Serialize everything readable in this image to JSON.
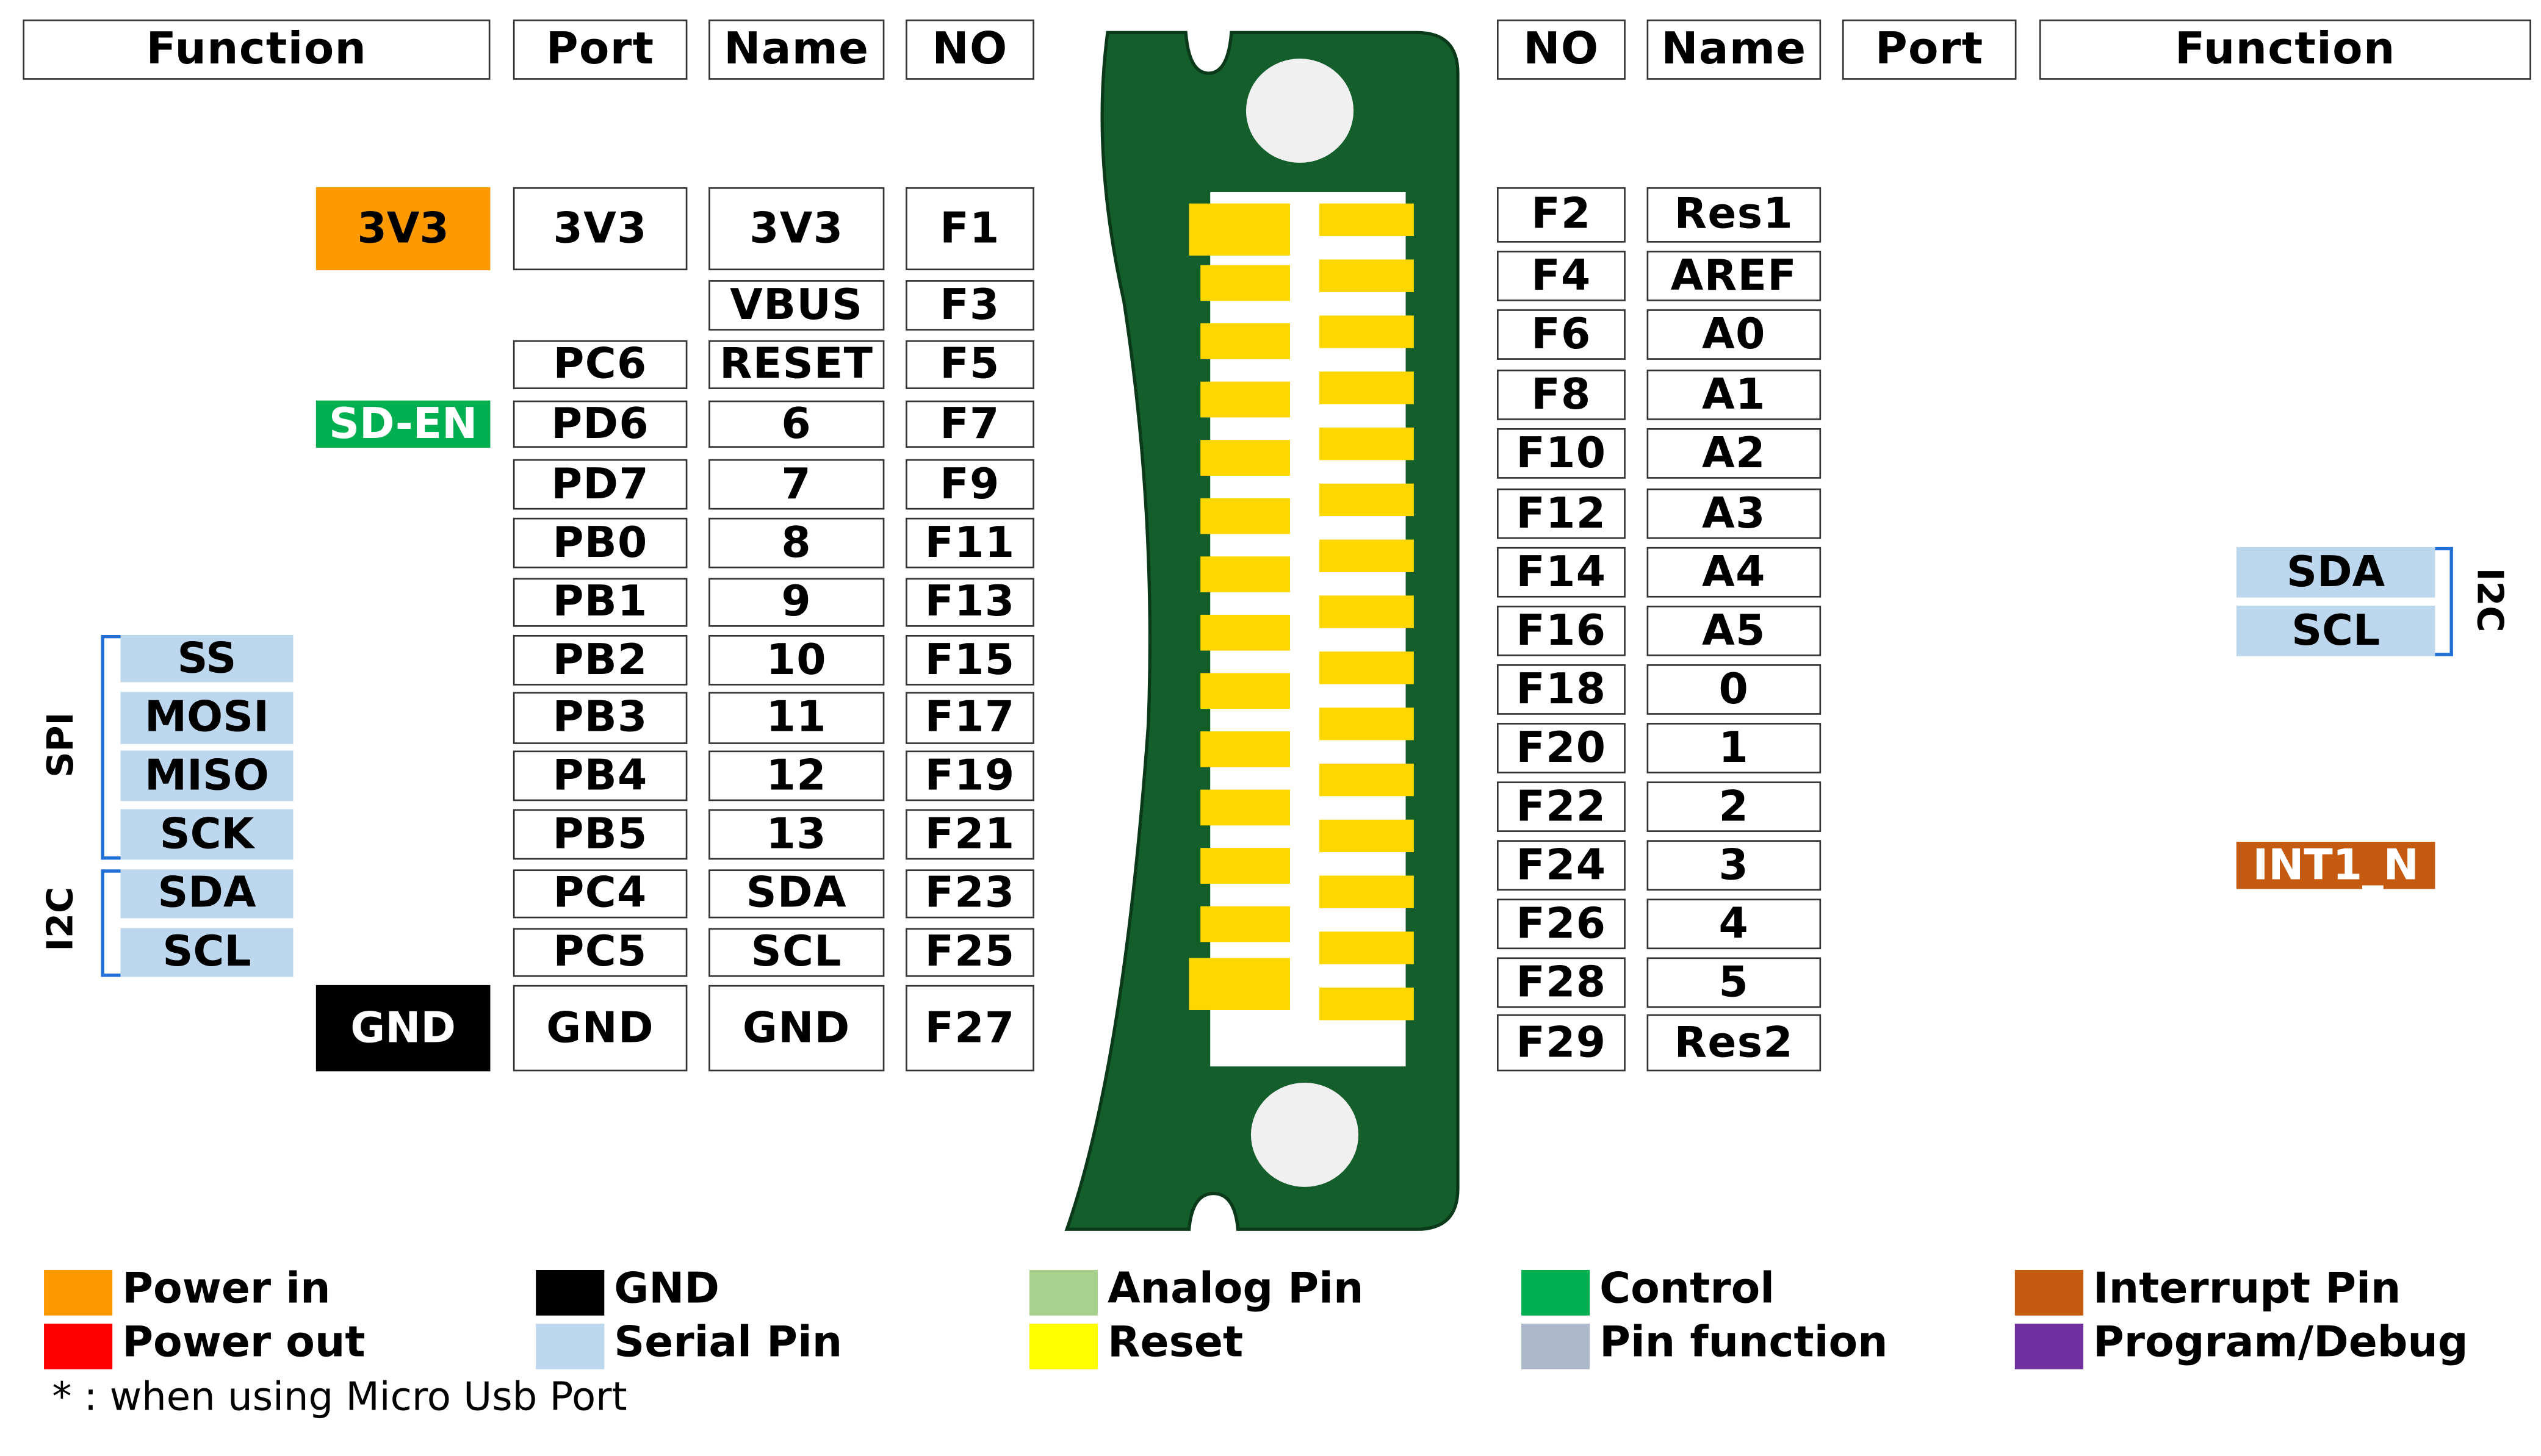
{
  "headers": {
    "left": [
      "Function",
      "Port",
      "Name",
      "NO"
    ],
    "right": [
      "NO",
      "Name",
      "Port",
      "Function"
    ]
  },
  "left_rows": [
    {
      "no": "F1",
      "name": "3V3",
      "port": "3V3",
      "function": "3V3"
    },
    {
      "no": "F3",
      "name": "VBUS",
      "port": "",
      "function": ""
    },
    {
      "no": "F5",
      "name": "RESET",
      "port": "PC6",
      "function": ""
    },
    {
      "no": "F7",
      "name": "6",
      "port": "PD6",
      "function": "SD-EN"
    },
    {
      "no": "F9",
      "name": "7",
      "port": "PD7",
      "function": ""
    },
    {
      "no": "F11",
      "name": "8",
      "port": "PB0",
      "function": ""
    },
    {
      "no": "F13",
      "name": "9",
      "port": "PB1",
      "function": ""
    },
    {
      "no": "F15",
      "name": "10",
      "port": "PB2",
      "function": "SS"
    },
    {
      "no": "F17",
      "name": "11",
      "port": "PB3",
      "function": "MOSI"
    },
    {
      "no": "F19",
      "name": "12",
      "port": "PB4",
      "function": "MISO"
    },
    {
      "no": "F21",
      "name": "13",
      "port": "PB5",
      "function": "SCK"
    },
    {
      "no": "F23",
      "name": "SDA",
      "port": "PC4",
      "function": "SDA"
    },
    {
      "no": "F25",
      "name": "SCL",
      "port": "PC5",
      "function": "SCL"
    },
    {
      "no": "F27",
      "name": "GND",
      "port": "GND",
      "function": "GND"
    }
  ],
  "right_rows": [
    {
      "no": "F2",
      "name": "Res1"
    },
    {
      "no": "F4",
      "name": "AREF"
    },
    {
      "no": "F6",
      "name": "A0"
    },
    {
      "no": "F8",
      "name": "A1"
    },
    {
      "no": "F10",
      "name": "A2"
    },
    {
      "no": "F12",
      "name": "A3"
    },
    {
      "no": "F14",
      "name": "A4"
    },
    {
      "no": "F16",
      "name": "A5"
    },
    {
      "no": "F18",
      "name": "0"
    },
    {
      "no": "F20",
      "name": "1"
    },
    {
      "no": "F22",
      "name": "2"
    },
    {
      "no": "F24",
      "name": "3"
    },
    {
      "no": "F26",
      "name": "4"
    },
    {
      "no": "F28",
      "name": "5"
    },
    {
      "no": "F29",
      "name": "Res2"
    }
  ],
  "left_groups": {
    "spi": "SPI",
    "i2c": "I2C"
  },
  "right_functions": {
    "sda": "SDA",
    "scl": "SCL",
    "i2c": "I2C",
    "int": "INT1_N"
  },
  "legend": [
    {
      "label": "Power in",
      "color": "#ff9900"
    },
    {
      "label": "Power out",
      "color": "#ff0000"
    },
    {
      "label": "GND",
      "color": "#000000"
    },
    {
      "label": "Serial Pin",
      "color": "#bdd7ee"
    },
    {
      "label": "Analog Pin",
      "color": "#a9d18e"
    },
    {
      "label": "Reset",
      "color": "#ffff00"
    },
    {
      "label": "Control",
      "color": "#00b050"
    },
    {
      "label": "Pin function",
      "color": "#adb9ca"
    },
    {
      "label": "Interrupt Pin",
      "color": "#c55a11"
    },
    {
      "label": "Program/Debug",
      "color": "#7030a0"
    }
  ],
  "note": "* : when using Micro Usb Port",
  "colors": {
    "board": "#135e2b",
    "pad": "#ffd700",
    "bracket": "#1f6fd6"
  }
}
